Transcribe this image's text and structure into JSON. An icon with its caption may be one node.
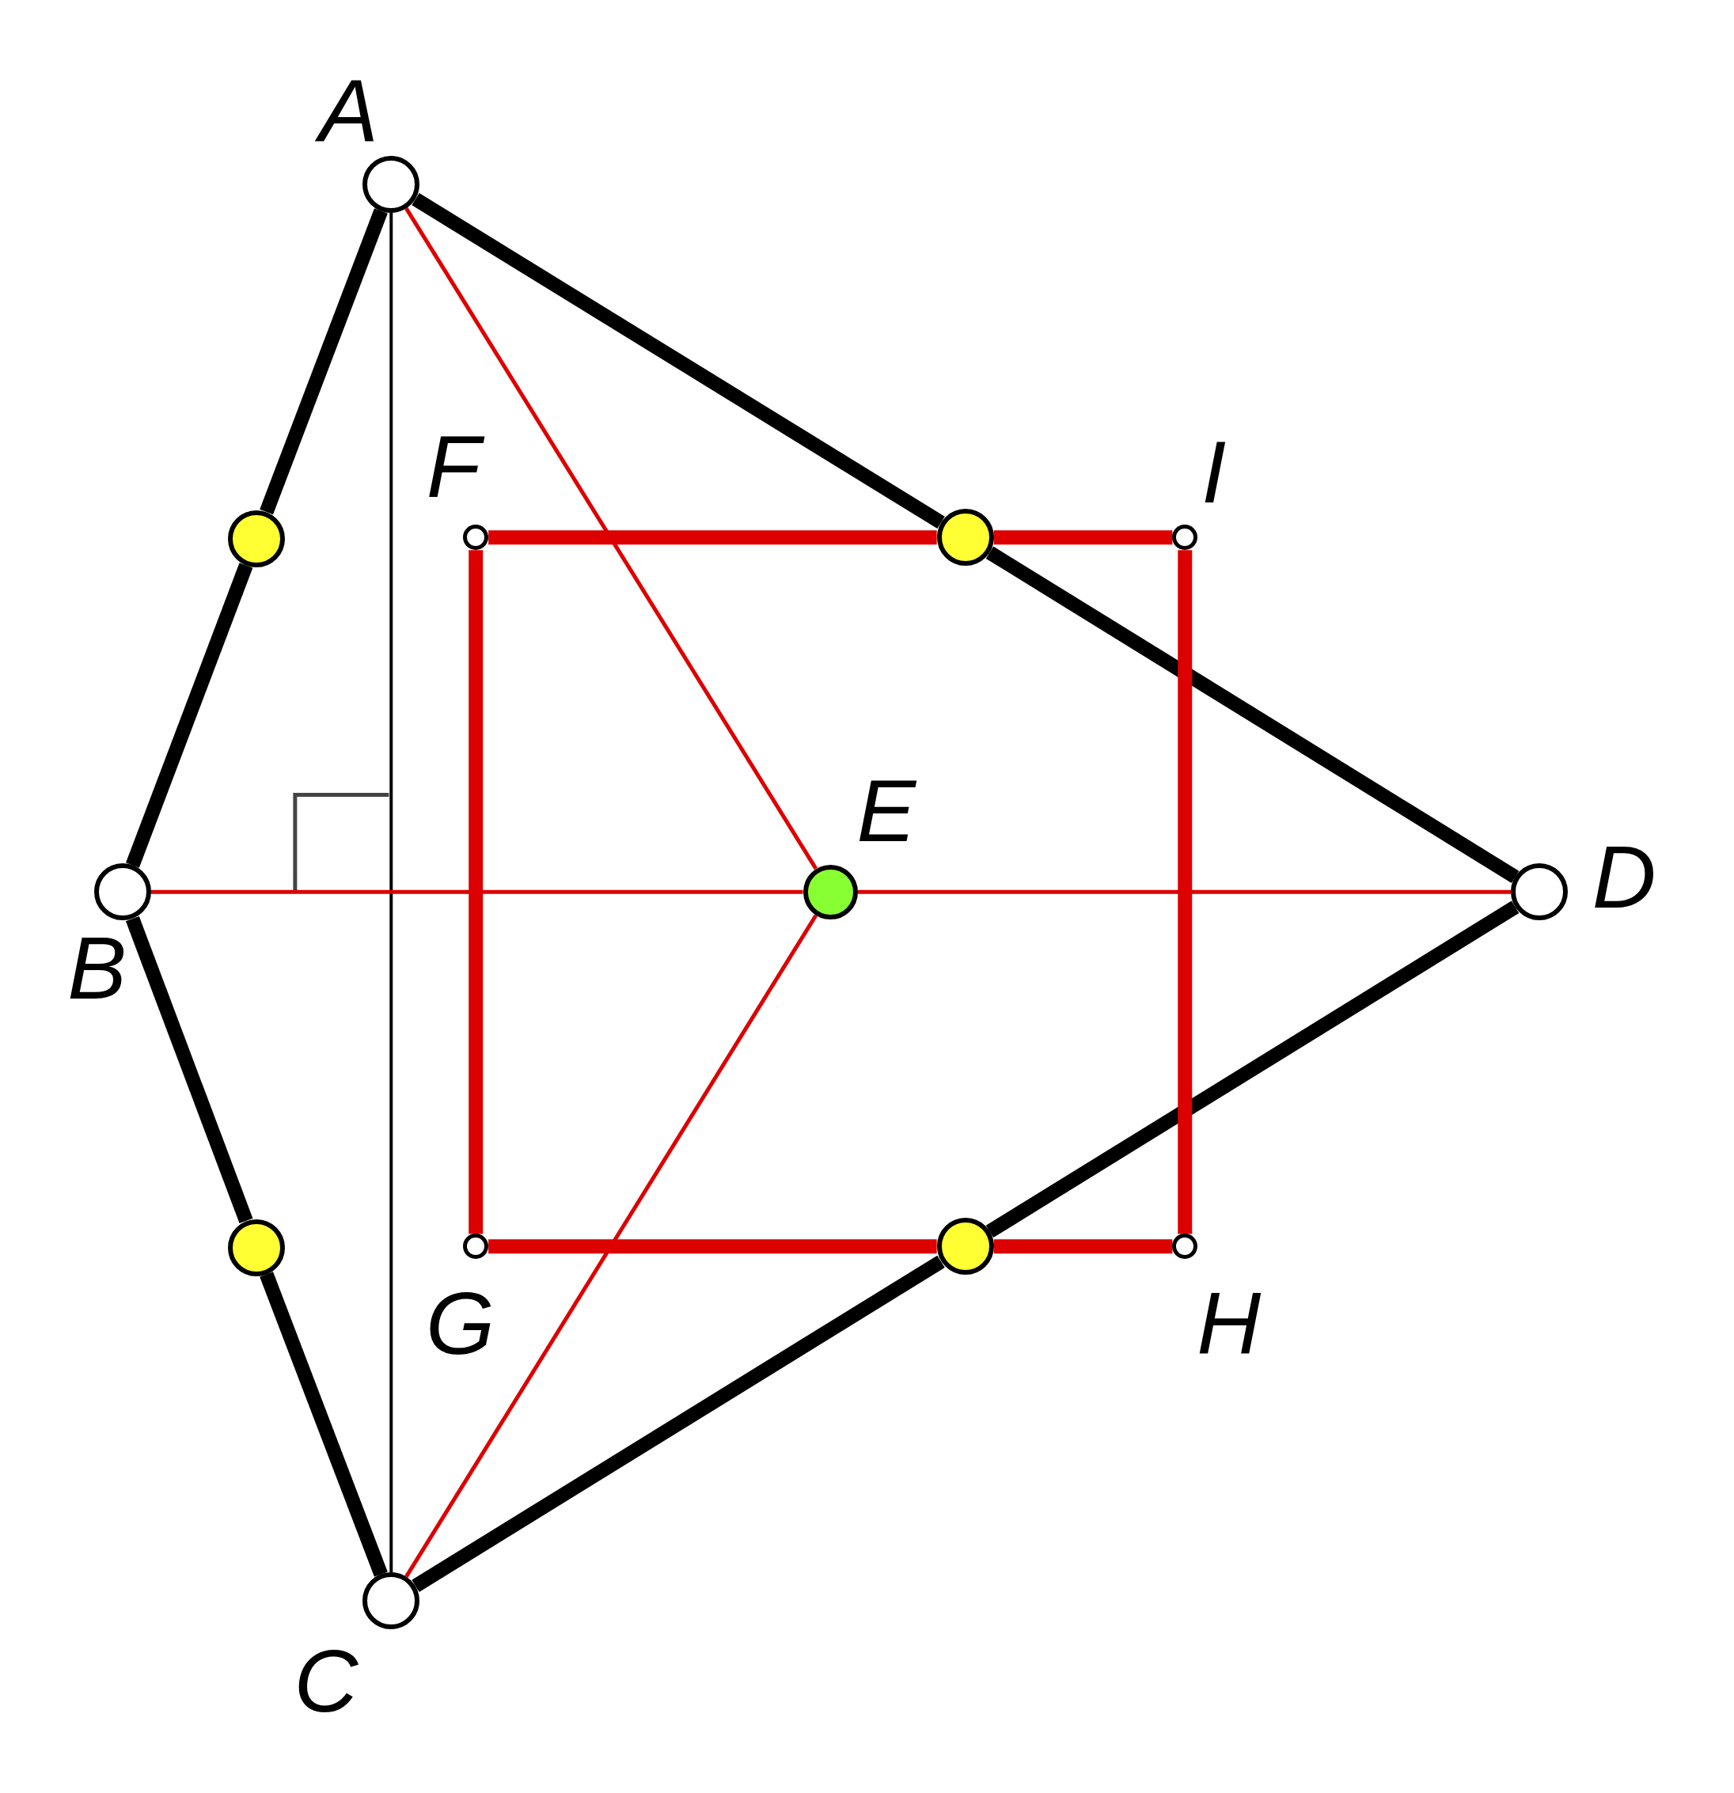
{
  "diagram": {
    "nodes": [
      {
        "text": [
          "A"
        ]
      },
      {
        "text": [
          "F"
        ]
      },
      {
        "text": [
          "I"
        ]
      },
      {
        "text": [],
        "shape": "circle"
      },
      {
        "text": [],
        "shape": "circle"
      },
      {
        "text": [
          "E"
        ]
      },
      {
        "text": [
          "B"
        ]
      },
      {
        "text": [
          "D"
        ]
      },
      {
        "text": [
          "G"
        ]
      },
      {
        "text": [
          "H"
        ]
      },
      {
        "text": [],
        "shape": "circle"
      },
      {
        "text": [],
        "shape": "circle"
      },
      {
        "text": [
          "C"
        ]
      }
    ],
    "edges": [
      {
        "from": 0,
        "to": 3,
        "arrow": "none",
        "color": "#000000"
      },
      {
        "from": 3,
        "to": 6,
        "arrow": "none",
        "color": "#000000"
      },
      {
        "from": 6,
        "to": 10,
        "arrow": "none",
        "color": "#000000"
      },
      {
        "from": 10,
        "to": 12,
        "arrow": "none",
        "color": "#000000"
      },
      {
        "from": 12,
        "to": 11,
        "arrow": "none",
        "color": "#000000"
      },
      {
        "from": 11,
        "to": 7,
        "arrow": "none",
        "color": "#000000"
      },
      {
        "from": 7,
        "to": 4,
        "arrow": "none",
        "color": "#000000"
      },
      {
        "from": 4,
        "to": 0,
        "arrow": "none",
        "color": "#000000"
      },
      {
        "from": 1,
        "to": 4,
        "arrow": "none"
      },
      {
        "from": 4,
        "to": 2,
        "arrow": "none"
      },
      {
        "from": 2,
        "to": 9,
        "arrow": "none"
      },
      {
        "from": 9,
        "to": 11,
        "arrow": "none"
      },
      {
        "from": 11,
        "to": 8,
        "arrow": "none"
      },
      {
        "from": 8,
        "to": 1,
        "arrow": "none"
      },
      {
        "from": 0,
        "to": 12,
        "arrow": "none",
        "color": "#000000"
      },
      {
        "from": 6,
        "to": 5,
        "arrow": "none"
      },
      {
        "from": 5,
        "to": 7,
        "arrow": "none"
      },
      {
        "from": 0,
        "to": 5,
        "arrow": "none"
      },
      {
        "from": 5,
        "to": 12,
        "arrow": "none"
      }
    ]
  }
}
